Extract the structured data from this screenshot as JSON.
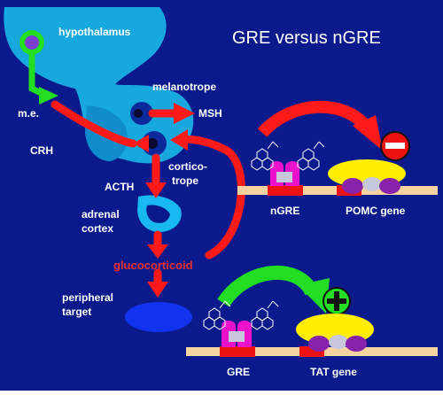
{
  "title": "GRE versus nGRE",
  "labels": {
    "hypothalamus": "hypothalamus",
    "me": "m.e.",
    "crh": "CRH",
    "melanotrope": "melanotrope",
    "msh": "MSH",
    "cortico_line1": "cortico-",
    "cortico_line2": "trope",
    "acth": "ACTH",
    "adrenal_line1": "adrenal",
    "adrenal_line2": "cortex",
    "glucocorticoid": "glucocorticoid",
    "peripheral_line1": "peripheral",
    "peripheral_line2": "target",
    "ngre": "nGRE",
    "pomc_gene": "POMC gene",
    "gre": "GRE",
    "tat_gene": "TAT gene"
  },
  "signs": {
    "repression": "−",
    "activation": "+"
  },
  "colors": {
    "background": "#0a1a8c",
    "brain": "#18a8e0",
    "arrow_red": "#ff1a1a",
    "arrow_green": "#22dd22",
    "receptor_magenta": "#ee11cc",
    "dna_strand": "#f5d3a0",
    "dna_site": "#ee1111",
    "yellow_factor": "#ffee00",
    "purple_factor": "#8822aa",
    "gray_factor": "#c8c8dd"
  }
}
